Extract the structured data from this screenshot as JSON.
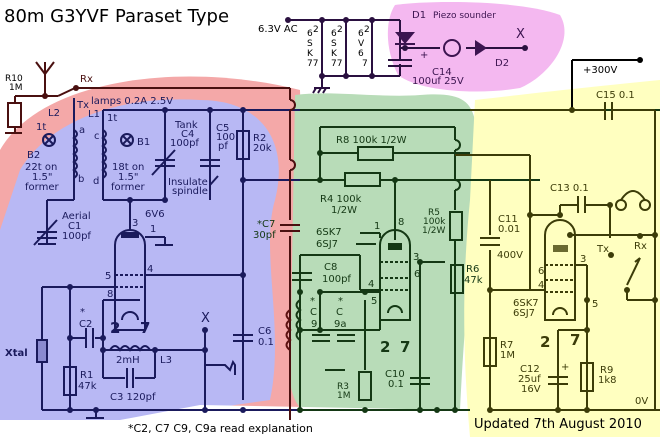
{
  "title": "80m G3YVF Paraset Type",
  "footer_note": "*C2, C7 C9, C9a read explanation",
  "updated": "Updated 7th August 2010",
  "colors": {
    "pink": "#f4a8a8",
    "blue": "#b8b8f4",
    "green": "#b8dcb8",
    "yellow": "#ffffc0",
    "magenta": "#f4b8f0",
    "wire_blue": "#1a1a5c",
    "wire_red": "#5c1010",
    "wire_green": "#143814",
    "wire_yellow": "#3c3c08",
    "wire_magenta": "#3c1450"
  },
  "labels": {
    "heater_supply": "6.3V AC",
    "d1": "D1",
    "piezo": "Piezo sounder",
    "d2": "D2",
    "c14_name": "C14",
    "c14_value": "100uf 25V",
    "heater1": [
      "6",
      "2",
      "S",
      "K",
      "77"
    ],
    "heater2": [
      "6",
      "2",
      "S",
      "K",
      "77"
    ],
    "heater3": [
      "6",
      "2",
      "V",
      "6",
      "7"
    ],
    "plus": "+",
    "x_mark": "X",
    "hv": "+300V",
    "c15": "C15  0.1",
    "r10_name": "R10",
    "r10_value": "1M",
    "rx": "Rx",
    "tx": "Tx",
    "lamps": "lamps 0.2A 2.5V",
    "l2": "L2",
    "l1": "L1",
    "one_t": "1t",
    "a": "a",
    "b": "b",
    "c": "c",
    "d": "d",
    "b1": "B1",
    "b2": "B2",
    "l2_turns": [
      "22t on",
      "1.5\"",
      "former"
    ],
    "l1_turns": [
      "18t on",
      "1.5\"",
      "former"
    ],
    "c4": [
      "Tank",
      "C4",
      "100pf"
    ],
    "c5": [
      "C5",
      "100",
      "pf"
    ],
    "r2": [
      "R2",
      "20k"
    ],
    "insulate": [
      "Insulate",
      "spindle"
    ],
    "c1": [
      "Aerial",
      "C1",
      "100pf"
    ],
    "v1_type": "6V6",
    "pin1": "1",
    "pin2": "2",
    "pin3": "3",
    "pin4": "4",
    "pin5": "5",
    "pin6": "6",
    "pin7": "7",
    "pin8": "8",
    "c7": [
      "*C7",
      "30pf"
    ],
    "r8": "R8 100k  1/2W",
    "r4": [
      "R4 100k",
      "1/2W"
    ],
    "r5": [
      "R5",
      "100k",
      "1/2W"
    ],
    "v2_type": [
      "6SK7",
      "6SJ7"
    ],
    "c11": [
      "C11",
      "0.01",
      "400V"
    ],
    "c13": "C13   0.1",
    "c8": [
      "C8",
      "100pf"
    ],
    "c9": [
      "*",
      "C",
      "9"
    ],
    "c9a": [
      "*",
      "C",
      "9a"
    ],
    "r6": [
      "R6",
      "47k"
    ],
    "r3": [
      "R3",
      "1M"
    ],
    "c10": [
      "C10",
      "0.1"
    ],
    "v3_type": [
      "6SK7",
      "6SJ7"
    ],
    "r7": [
      "R7",
      "1M"
    ],
    "c12": [
      "C12",
      "25uf",
      "16V"
    ],
    "r9": [
      "R9",
      "1k8"
    ],
    "zero_v": "0V",
    "c2": [
      "*",
      "C2"
    ],
    "xtal": "Xtal",
    "l3": "L3",
    "l3_value": "2mH",
    "c3": "C3 120pf",
    "c6": [
      "C6",
      "0.1"
    ],
    "r1": [
      "R1",
      "47k"
    ]
  }
}
